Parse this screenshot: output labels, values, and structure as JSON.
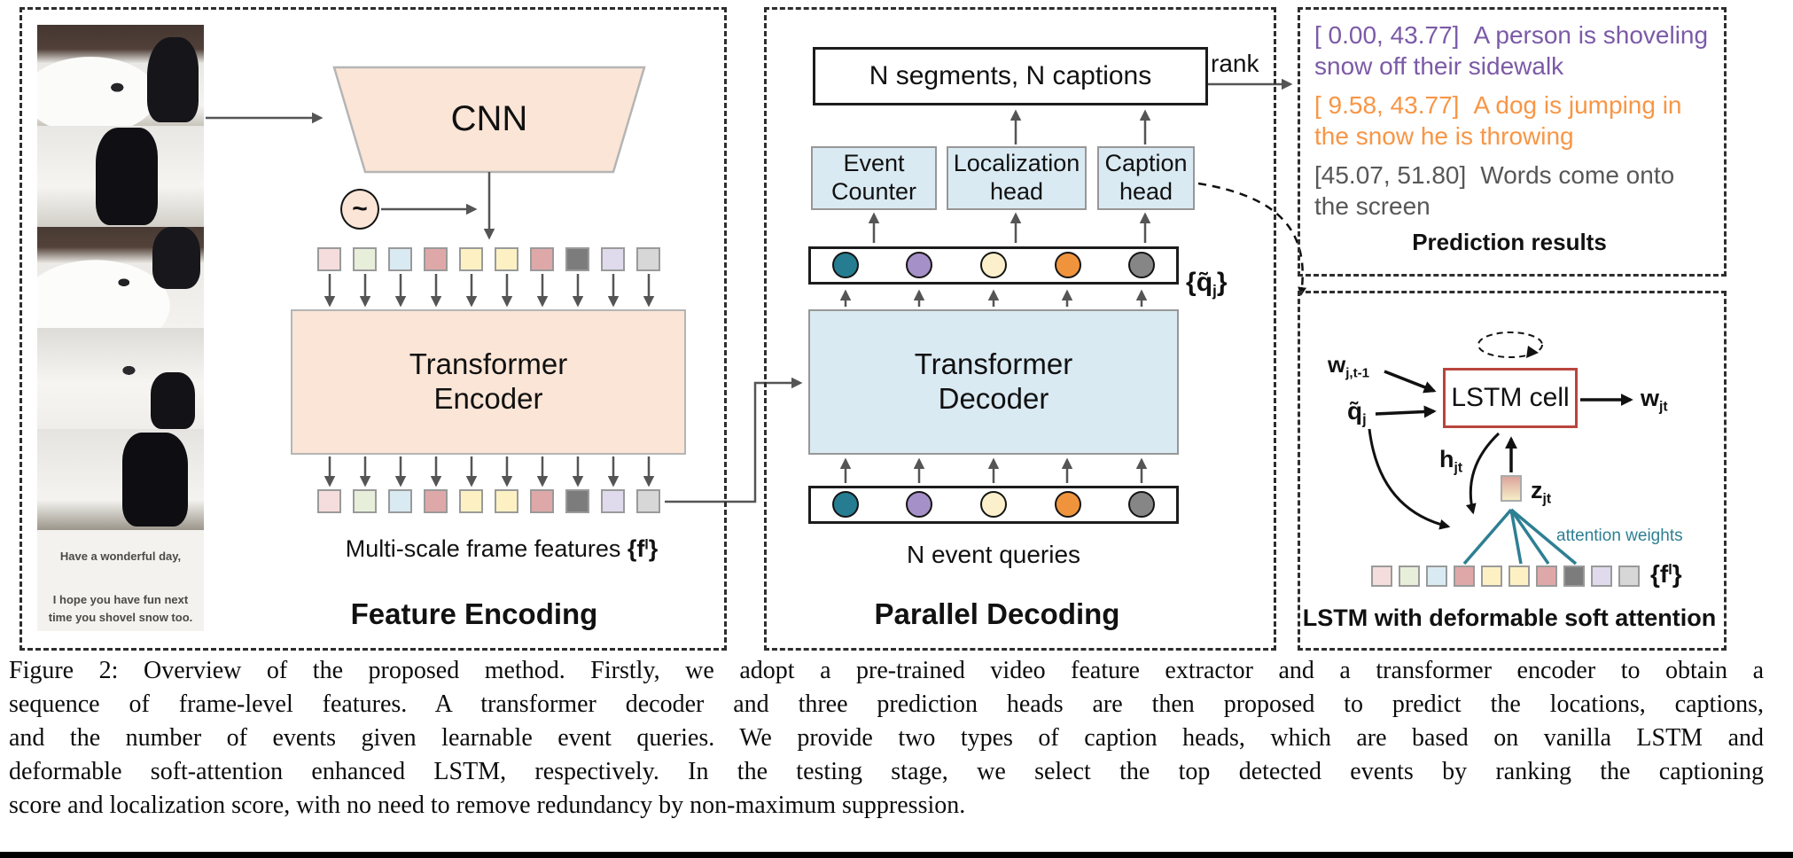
{
  "panels": {
    "feature_encoding": {
      "title": "Feature Encoding",
      "cnn_label": "CNN",
      "pos_enc_symbol": "~",
      "encoder_line1": "Transformer",
      "encoder_line2": "Encoder",
      "features_caption_text": "Multi-scale frame features ",
      "features_math": {
        "open": "{f",
        "sup": "l",
        "close": "}"
      },
      "video_subtitles": {
        "line1": "Have a wonderful day,",
        "line2": "I hope you have fun next",
        "line3": "time you shovel snow too."
      },
      "feature_colors": [
        "#f5dddd",
        "#e7efdb",
        "#d9eaf2",
        "#dfa8a8",
        "#fdf1c4",
        "#fdf1c4",
        "#dfa8a8",
        "#7c7c7c",
        "#dfdbec",
        "#d7d7d7"
      ]
    },
    "parallel_decoding": {
      "title": "Parallel Decoding",
      "output_box_label": "N segments, N captions",
      "rank_label": "rank",
      "heads": [
        {
          "line1": "Event",
          "line2": "Counter"
        },
        {
          "line1": "Localization",
          "line2": "head"
        },
        {
          "line1": "Caption",
          "line2": "head"
        }
      ],
      "query_colors": [
        "#267d91",
        "#a690c8",
        "#fbf0cb",
        "#ef943d",
        "#868686"
      ],
      "query_set_label": {
        "open": "{",
        "base": "q̃",
        "sub": "j",
        "close": "}"
      },
      "decoder_line1": "Transformer",
      "decoder_line2": "Decoder",
      "queries_caption": "N event queries"
    },
    "prediction_results": {
      "title": "Prediction results",
      "entries": [
        {
          "time": "[ 0.00, 43.77]",
          "caption": "A person is shoveling snow off their sidewalk",
          "color": "#7b5aa7"
        },
        {
          "time": "[ 9.58, 43.77]",
          "caption": "A dog is jumping in the snow he is throwing",
          "color": "#f79646"
        },
        {
          "time": "[45.07, 51.80]",
          "caption": "Words come onto the screen",
          "color": "#575757"
        }
      ]
    },
    "lstm_attention": {
      "title": "LSTM with deformable soft attention",
      "cell_label": "LSTM cell",
      "w_prev": {
        "base": "w",
        "sub": "j,t-1"
      },
      "q": {
        "base": "q̃",
        "sub": "j"
      },
      "w_out": {
        "base": "w",
        "sub": "jt"
      },
      "h": {
        "base": "h",
        "sub": "jt"
      },
      "z": {
        "base": "z",
        "sub": "jt"
      },
      "attention_label": "attention weights",
      "attention_color": "#2e7f93",
      "features_math": {
        "open": "{f",
        "sup": "l",
        "close": "}"
      },
      "z_gradient": [
        "#dba49c",
        "#f5eec6"
      ],
      "feature_colors": [
        "#f5dddd",
        "#e7efdb",
        "#d9eaf2",
        "#dfa8a8",
        "#fdf1c4",
        "#fdf1c4",
        "#dfa8a8",
        "#7c7c7c",
        "#dfdbec",
        "#d7d7d7"
      ]
    }
  },
  "caption": {
    "lines": [
      "Figure 2: Overview of the proposed method. Firstly, we adopt a pre-trained video feature extractor and a transformer encoder to obtain a",
      "sequence of frame-level features. A transformer decoder and three prediction heads are then proposed to predict the locations, captions,",
      "and the number of events given learnable event queries. We provide two types of caption heads, which are based on vanilla LSTM and",
      "deformable soft-attention enhanced LSTM, respectively. In the testing stage, we select the top detected events by ranking the captioning",
      "score and localization score, with no need to remove redundancy by non-maximum suppression."
    ]
  }
}
